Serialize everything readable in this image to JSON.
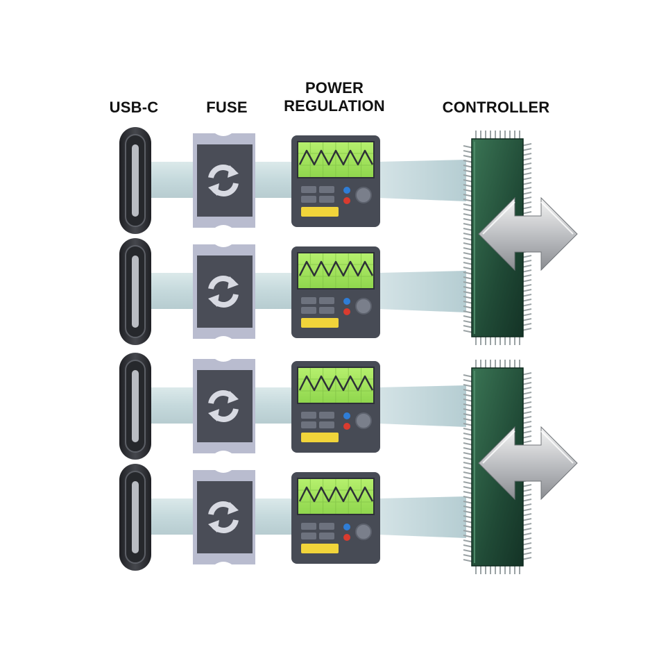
{
  "labels": {
    "usb_c": "USB-C",
    "fuse": "FUSE",
    "power_line1": "POWER",
    "power_line2": "REGULATION",
    "controller": "CONTROLLER"
  },
  "channels": [
    {
      "name": "channel-1"
    },
    {
      "name": "channel-2"
    },
    {
      "name": "channel-3"
    },
    {
      "name": "channel-4"
    }
  ],
  "controllers": [
    {
      "name": "controller-chip-top",
      "channels": 2
    },
    {
      "name": "controller-chip-bottom",
      "channels": 2
    }
  ],
  "colors": {
    "usb_body": "#2c2e33",
    "fuse_body": "#4a4d57",
    "fuse_cap": "#b9bccf",
    "regulator_body": "#474b55",
    "screen_green": "#9ee35a",
    "yellow_button": "#f1d43a",
    "chip_green": "#24523c",
    "trace": "#cfe0e2"
  },
  "icons": {
    "fuse": "refresh-icon",
    "screen": "waveform-icon",
    "arrow": "bidirectional-arrow-icon"
  }
}
